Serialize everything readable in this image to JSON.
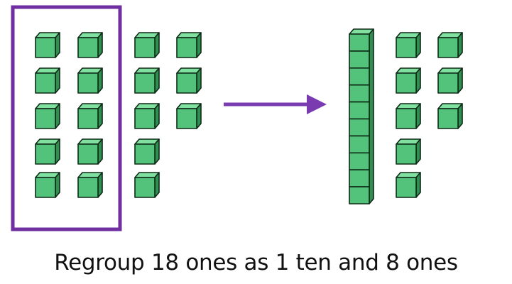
{
  "caption": "Regroup 18 ones as 1 ten and 8 ones",
  "colors": {
    "cube_front": "#53c27a",
    "cube_top": "#7fe0a0",
    "cube_side": "#2f8f51",
    "cube_outline": "#0e2a17",
    "frame": "#6f2fa0",
    "arrow": "#7a3ab0"
  },
  "icons": {
    "unit_cube": "unit-cube-icon",
    "ten_rod": "ten-rod-icon",
    "arrow": "right-arrow-icon"
  },
  "before": {
    "grouped_ones": 10,
    "other_ones": 8,
    "column_counts": [
      5,
      5,
      5,
      3
    ]
  },
  "after": {
    "tens": 1,
    "rod_units": 10,
    "ones": 8,
    "column_counts": [
      5,
      3
    ]
  }
}
